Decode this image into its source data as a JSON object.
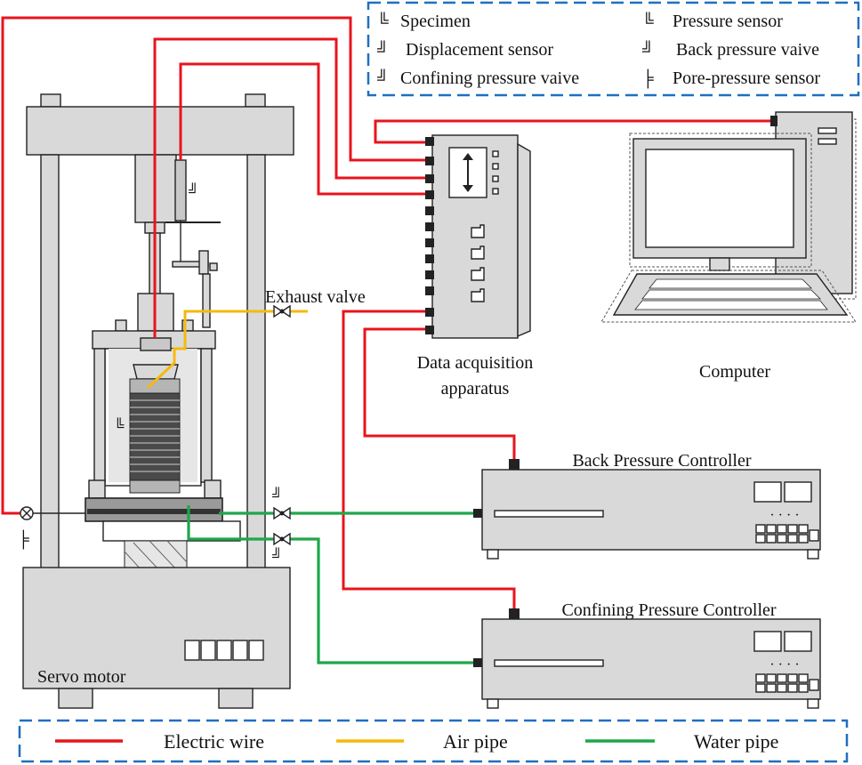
{
  "legend_top": {
    "items": [
      {
        "symbol": "╚",
        "label": "Specimen"
      },
      {
        "symbol": "╚",
        "label": "Pressure sensor"
      },
      {
        "symbol": "╝",
        "label": "Displacement sensor"
      },
      {
        "symbol": "╝",
        "label": "Back pressure vaive"
      },
      {
        "symbol": "╝",
        "label": "Confining pressure vaive"
      },
      {
        "symbol": "╞",
        "label": "Pore-pressure sensor"
      }
    ]
  },
  "labels": {
    "exhaust_valve": "Exhaust valve",
    "daq_line1": "Data acquisition",
    "daq_line2": "apparatus",
    "computer": "Computer",
    "back_pressure_controller": "Back Pressure Controller",
    "confining_pressure_controller": "Confining Pressure Controller",
    "servo_motor": "Servo motor"
  },
  "legend_bottom": {
    "items": [
      {
        "label": "Electric wire",
        "color": "#e8141c"
      },
      {
        "label": "Air pipe",
        "color": "#f5b90d"
      },
      {
        "label": "Water pipe",
        "color": "#1fa64a"
      }
    ]
  },
  "colors": {
    "electric_wire": "#e8141c",
    "air_pipe": "#f5b90d",
    "water_pipe": "#1fa64a",
    "frame": "#1f6fc0"
  },
  "controller_panel": {
    "dots": "· · · ·"
  },
  "icons": [
    "valve-icon",
    "sensor-icon",
    "computer-icon"
  ]
}
